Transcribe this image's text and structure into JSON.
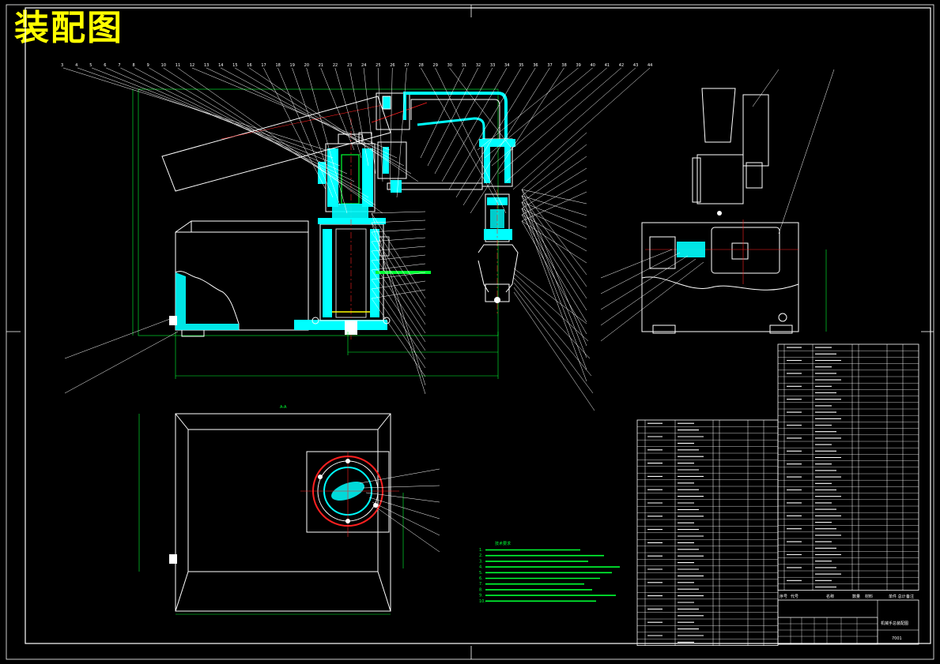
{
  "title": "装配图",
  "colors": {
    "background": "#000000",
    "outline": "#ffffff",
    "section_hatch": "#00ffff",
    "dimension": "#00ff33",
    "centerline": "#ff2020",
    "title_text": "#ffff00"
  },
  "views": {
    "section_label": "A-A"
  },
  "tech_requirements": {
    "heading": "技术要求",
    "lines": [
      "1.",
      "2.",
      "3.",
      "4.",
      "5.",
      "6.",
      "7.",
      "8.",
      "9.",
      "10."
    ]
  },
  "parts_table": {
    "headers": [
      "序号",
      "代号",
      "名称",
      "数量",
      "材料",
      "单件 总计",
      "备注"
    ]
  },
  "title_block": {
    "drawing_name": "机械手总装配图",
    "drawing_no": "7001"
  },
  "balloons_top": [
    "3",
    "4",
    "5",
    "6",
    "7",
    "8",
    "9",
    "10",
    "11",
    "12",
    "13",
    "14",
    "15",
    "16",
    "17",
    "18",
    "19",
    "20",
    "21",
    "22",
    "23",
    "24",
    "25",
    "26",
    "27",
    "28",
    "29",
    "30",
    "31",
    "32",
    "33",
    "34",
    "35",
    "36",
    "37",
    "38",
    "39",
    "40",
    "41",
    "42",
    "43",
    "44"
  ]
}
